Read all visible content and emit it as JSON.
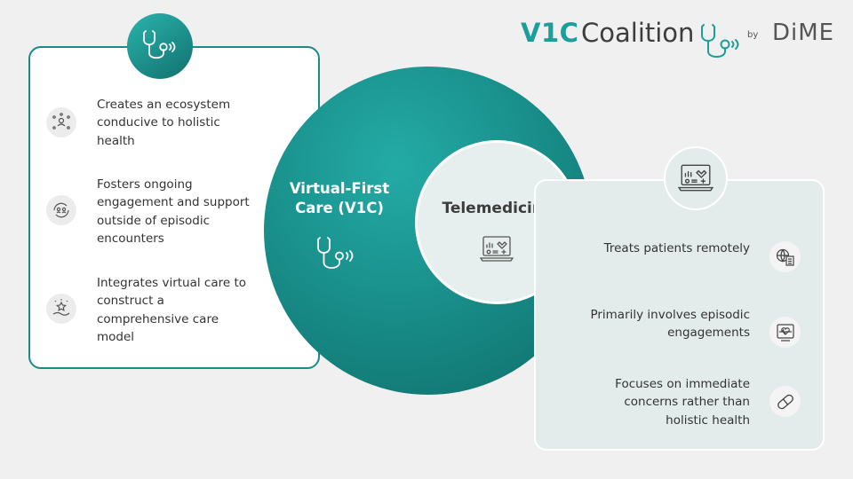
{
  "logo": {
    "v1c": "V1C",
    "coalition": "Coalition",
    "by": "by",
    "dime": "DiME"
  },
  "virtual_first": {
    "title": "Virtual-First Care (V1C)",
    "icon": "stethoscope-icon",
    "features": [
      {
        "text": "Creates an ecosystem conducive to holistic health",
        "icon": "network-people-icon"
      },
      {
        "text": "Fosters ongoing engagement and support outside of episodic encounters",
        "icon": "cycle-people-icon"
      },
      {
        "text": "Integrates virtual care to construct a comprehensive care model",
        "icon": "hand-star-icon"
      }
    ]
  },
  "telemedicine": {
    "title": "Telemedicine",
    "icon": "laptop-dashboard-icon",
    "features": [
      {
        "text": "Treats patients remotely",
        "icon": "globe-document-icon"
      },
      {
        "text": "Primarily involves episodic engagements",
        "icon": "monitor-heart-icon"
      },
      {
        "text": "Focuses on immediate concerns rather than holistic health",
        "icon": "pill-icon"
      }
    ]
  },
  "colors": {
    "teal": "#1a8b87",
    "teal_light": "#24aba6",
    "background": "#f0f0f0",
    "tele_panel": "#e3ebeb"
  }
}
